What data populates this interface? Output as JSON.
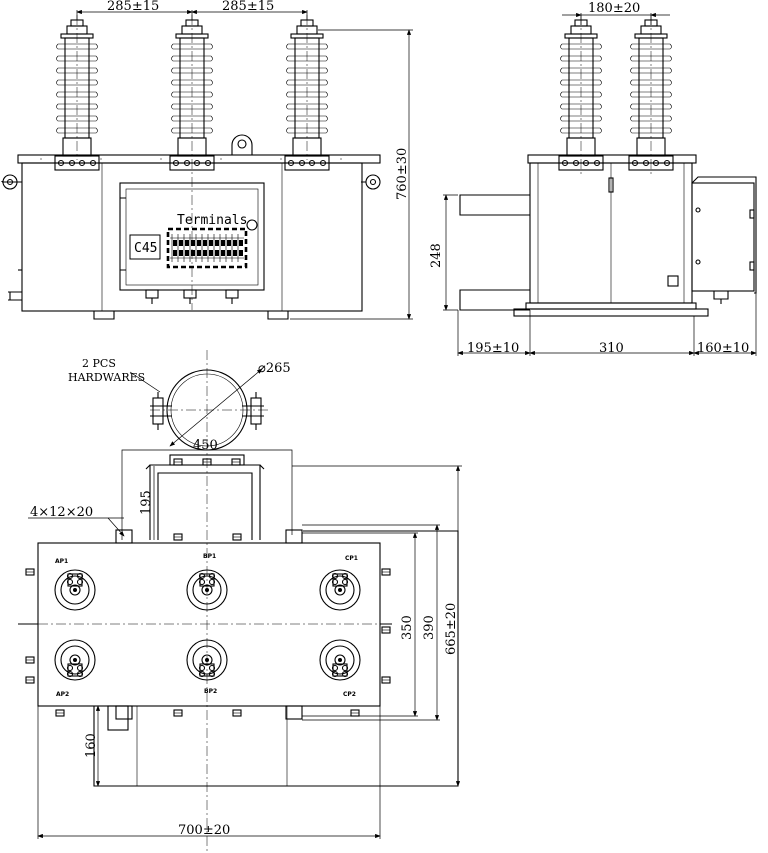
{
  "front_view": {
    "dim_pitch_left": "285±15",
    "dim_pitch_right": "285±15",
    "dim_height": "760±30",
    "terminals_label": "Terminals",
    "breaker_label": "C45"
  },
  "side_view": {
    "dim_pitch": "180±20",
    "dim_height": "248",
    "dim_left": "195±10",
    "dim_mid": "310",
    "dim_right": "160±10"
  },
  "plan_view": {
    "hardware_note_line1": "2 PCS",
    "hardware_note_line2": "HARDWARES",
    "dim_diameter": "⌀265",
    "dim_clamp_width": "450",
    "dim_clamp_offset": "195",
    "dim_hole": "4×12×20",
    "dim_350": "350",
    "dim_390": "390",
    "dim_665": "665±20",
    "dim_160": "160",
    "dim_700": "700±20",
    "phase_labels": [
      "AP1",
      "BP1",
      "CP1",
      "AP2",
      "BP2",
      "CP2"
    ]
  }
}
